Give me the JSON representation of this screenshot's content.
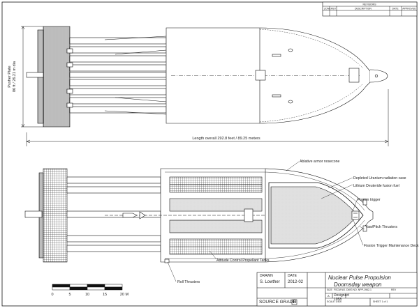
{
  "revisions": {
    "title": "REVISIONS",
    "columns": [
      "ZONE",
      "REV",
      "DESCRIPTION",
      "DATE",
      "APPROVED"
    ]
  },
  "dimensions": {
    "pusher_label": "Pusher Plate",
    "pusher_size": "86 ft / 26.21 m dia",
    "length": "Length overall 292.8 feet / 89.25 meters"
  },
  "callouts": {
    "ablative": "Ablative armor nosecone",
    "uranium": "Depleted Uranium radiation case",
    "lithium": "Lithium Deuteride fusion fuel",
    "fission": "Fission trigger",
    "yaw": "Yaw/Pitch Thrusters",
    "maintenance": "Fission Trigger Maintenance Deck",
    "attitude": "Attitude Control Propellant Tanks",
    "roll": "Roll Thrusters"
  },
  "scale_bar": {
    "ticks": [
      "0",
      "5",
      "10",
      "15",
      "20 M"
    ]
  },
  "title_block": {
    "drawn_label": "DRAWN",
    "drawn_by": "S. Lowther",
    "date_label": "DATE",
    "date": "2012-02",
    "title": "Nuclear Pulse Propulsion",
    "subtitle": "Doomsday weapon",
    "source_grade": "SOURCE GRADE",
    "grade": "D",
    "size_label": "SIZE",
    "size_value": "A",
    "fscm_label": "FSCM NO.",
    "dwg_label": "DWG NO.  NPP-1962-1",
    "rev_label": "REV",
    "designed_label": "Designed:",
    "designed_year": "1958",
    "scale_label": "SCALE  1/400",
    "sheet_label": "SHEET 1 of 1"
  }
}
